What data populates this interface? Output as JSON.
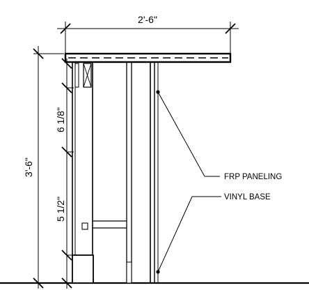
{
  "dimensions": {
    "top_width": "2'-6\"",
    "overall_height": "3'-6\"",
    "upper_detail": "6 1/8\"",
    "lower_detail": "5 1/2\""
  },
  "callouts": {
    "frp": "FRP PANELING",
    "vinyl": "VINYL BASE"
  }
}
